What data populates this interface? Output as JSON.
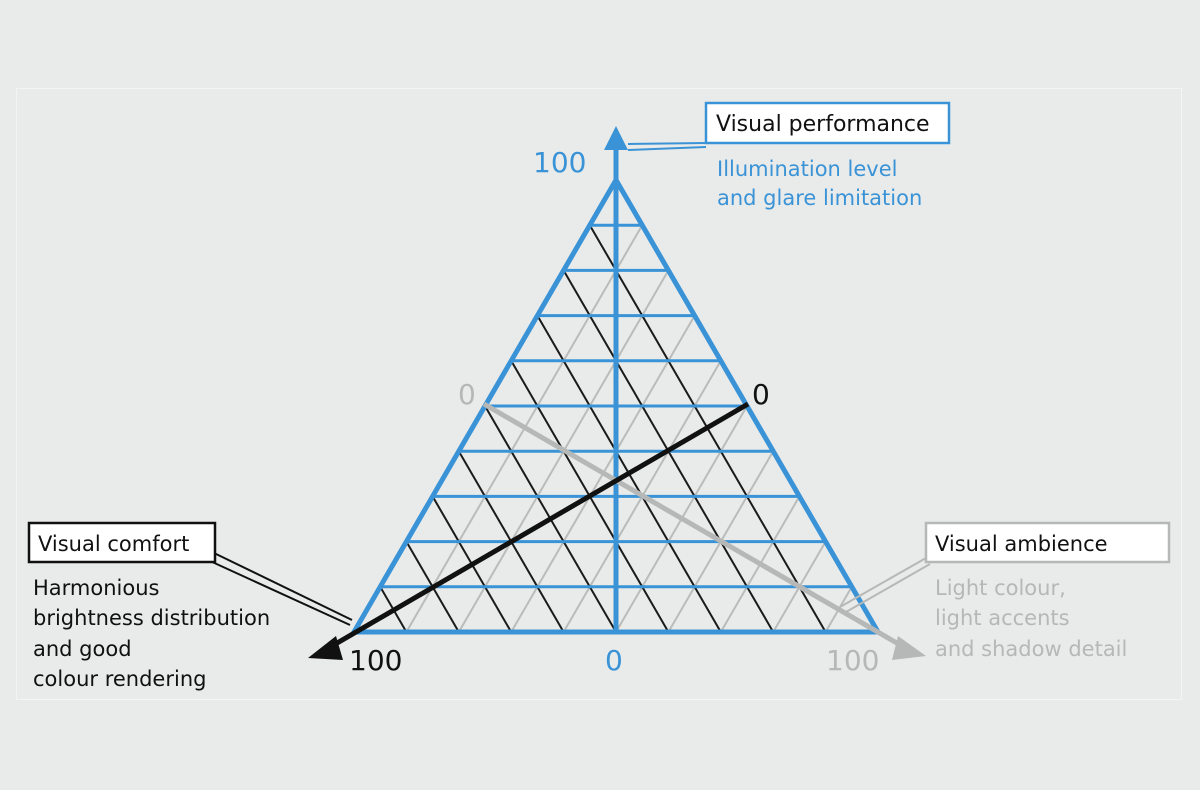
{
  "colors": {
    "background": "#e9ebea",
    "performance": "#3a93d6",
    "comfort": "#111111",
    "ambience": "#b5b8b7",
    "grid_comfort": "#1a1a1a",
    "grid_ambience": "#b9bcbb"
  },
  "performance": {
    "title": "Visual performance",
    "desc1": "Illumination level",
    "desc2": "and glare limitation",
    "axis_max": "100",
    "axis_min": "0"
  },
  "comfort": {
    "title": "Visual comfort",
    "desc1": "Harmonious",
    "desc2": "brightness distribution",
    "desc3": "and good",
    "desc4": "colour rendering",
    "axis_max": "100",
    "axis_min": "0"
  },
  "ambience": {
    "title": "Visual ambience",
    "desc1": "Light colour,",
    "desc2": "light accents",
    "desc3": "and shadow detail",
    "axis_max": "100",
    "axis_min": "0"
  }
}
